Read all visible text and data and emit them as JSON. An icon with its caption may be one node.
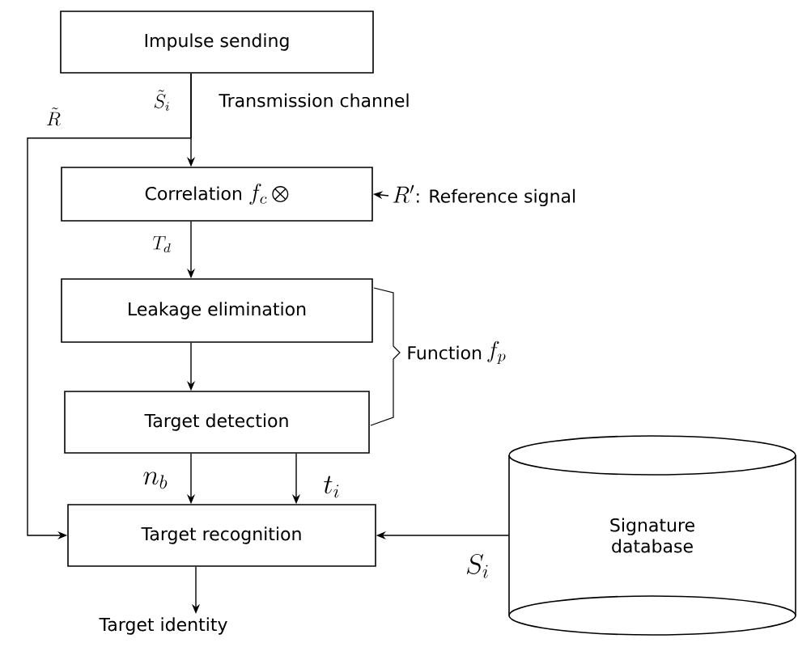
{
  "diagram": {
    "nodes": [
      {
        "text": [
          "Impulse sending"
        ]
      },
      {
        "text": [
          "Correlation",
          "f_c \\bigotimes"
        ]
      },
      {
        "text": [
          "Leakage elimination"
        ]
      },
      {
        "text": [
          "Target detection"
        ]
      },
      {
        "text": [
          "Target recognition"
        ]
      },
      {
        "text": [
          "Signature database"
        ]
      },
      {
        "text": [
          "R'",
          ": Reference signal"
        ]
      },
      {
        "text": [
          "Target identity"
        ]
      }
    ],
    "edges": [
      {
        "from": 0,
        "to": 1,
        "arrow": "to",
        "label": "\\tilde{S}_i"
      },
      {
        "from": 1,
        "to": 2,
        "arrow": "to",
        "label": "T_d"
      },
      {
        "from": 2,
        "to": 3,
        "arrow": "to"
      },
      {
        "from": 3,
        "to": 4,
        "arrow": "to",
        "label": "n_b"
      },
      {
        "from": 3,
        "to": 4,
        "arrow": "to",
        "label": "t_i"
      },
      {
        "from": 0,
        "to": 4,
        "arrow": "to",
        "label": "\\tilde{R}"
      },
      {
        "from": 6,
        "to": 1,
        "arrow": "to"
      },
      {
        "from": 5,
        "to": 4,
        "arrow": "to",
        "label": "S_i"
      },
      {
        "from": 4,
        "to": 7,
        "arrow": "to"
      }
    ],
    "labels": [
      "Transmission channel",
      "Function",
      "f_p"
    ]
  }
}
